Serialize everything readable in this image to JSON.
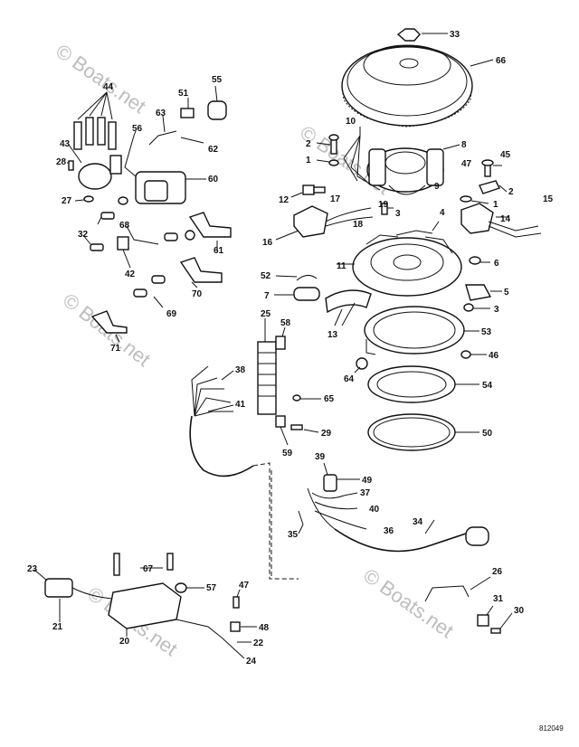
{
  "watermarks": [
    "© Boats.net",
    "© Boats.net",
    "© Boats.net",
    "© Boats.net",
    "© Boats.net"
  ],
  "diagram_code": "812049",
  "callouts": [
    "33",
    "66",
    "10",
    "8",
    "2",
    "1",
    "47",
    "45",
    "2",
    "1",
    "12",
    "17",
    "18",
    "19",
    "9",
    "3",
    "4",
    "14",
    "15",
    "16",
    "11",
    "6",
    "5",
    "3",
    "52",
    "7",
    "13",
    "53",
    "46",
    "64",
    "54",
    "50",
    "25",
    "58",
    "38",
    "41",
    "65",
    "29",
    "59",
    "39",
    "49",
    "37",
    "40",
    "36",
    "35",
    "34",
    "23",
    "67",
    "57",
    "21",
    "20",
    "47",
    "48",
    "22",
    "24",
    "26",
    "31",
    "30",
    "44",
    "51",
    "55",
    "43",
    "28",
    "27",
    "56",
    "63",
    "62",
    "60",
    "68",
    "32",
    "42",
    "61",
    "70",
    "69",
    "71"
  ]
}
